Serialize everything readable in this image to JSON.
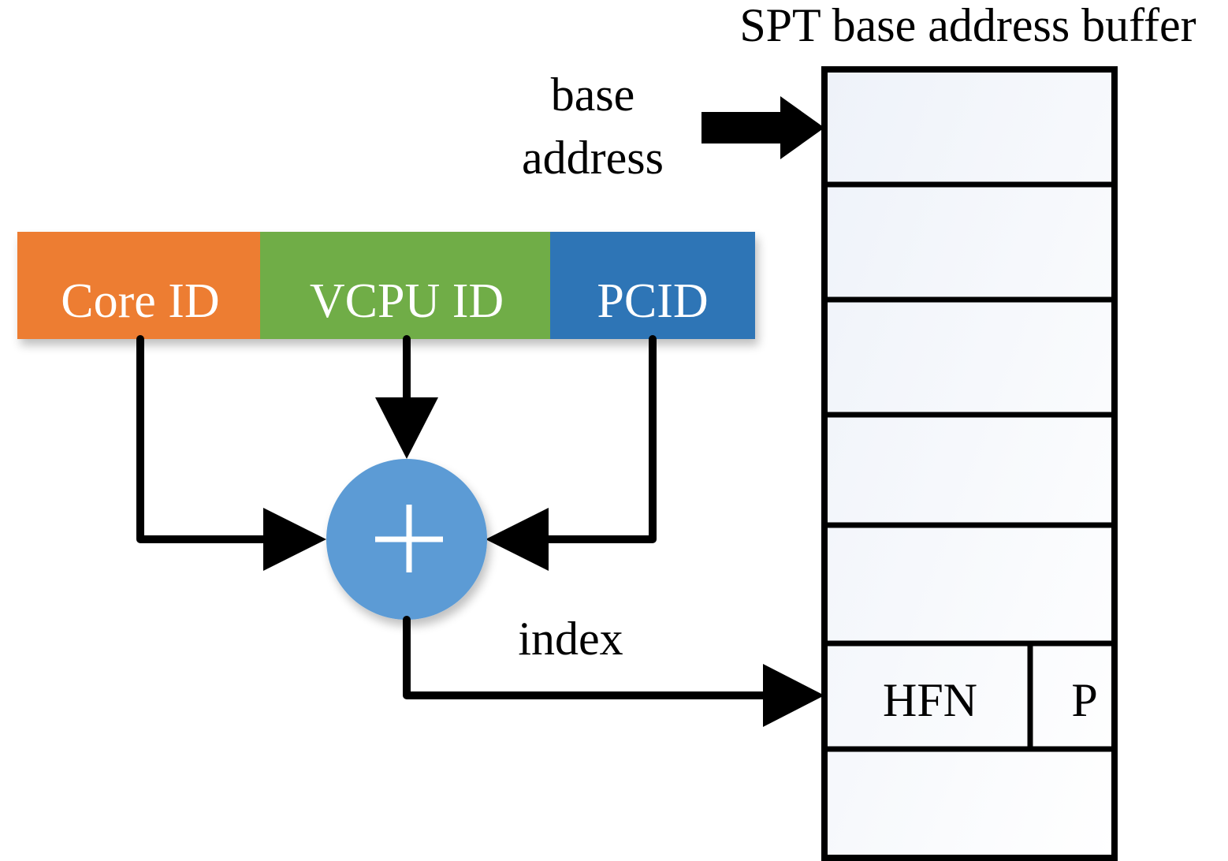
{
  "buffer": {
    "title": "SPT base address buffer",
    "entry": {
      "hfn_label": "HFN",
      "p_label": "P"
    }
  },
  "labels": {
    "base_address_line1": "base",
    "base_address_line2": "address",
    "index": "index"
  },
  "id_fields": [
    {
      "label": "Core ID",
      "color": "#ED7D31"
    },
    {
      "label": "VCPU ID",
      "color": "#70AD47"
    },
    {
      "label": "PCID",
      "color": "#2E75B6"
    }
  ],
  "adder": {
    "symbol": "+",
    "color": "#5B9BD5"
  },
  "colors": {
    "stroke": "#000000",
    "cell_fill": "#F3F6FB"
  }
}
